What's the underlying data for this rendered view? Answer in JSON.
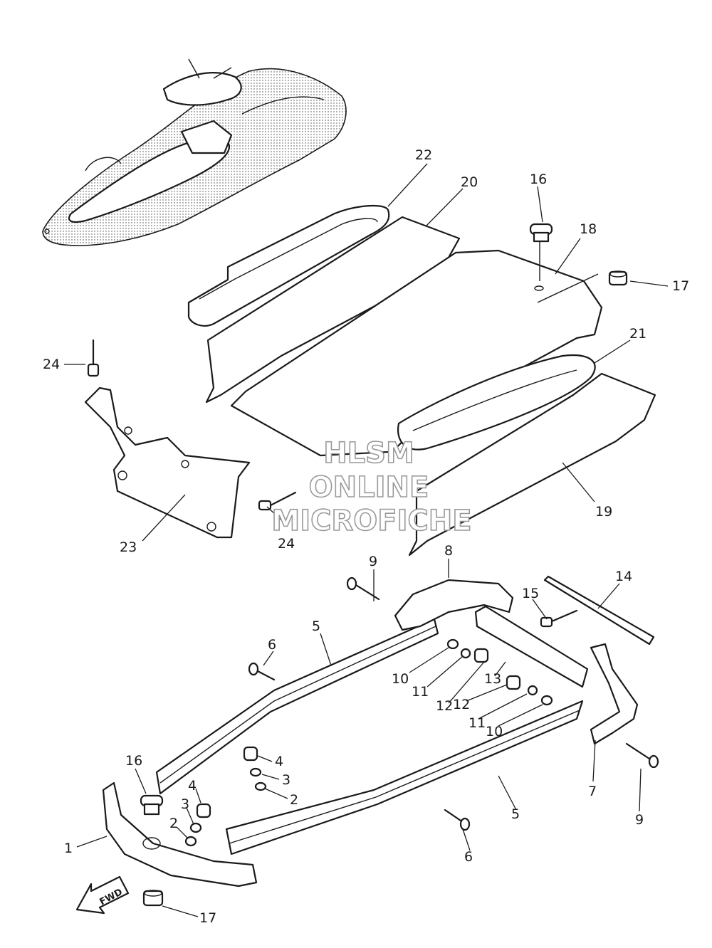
{
  "watermark": {
    "line1": "HLSM",
    "line2": "ONLINE",
    "line3": "MICROFICHE"
  },
  "direction_label": "FWD",
  "callouts": [
    {
      "id": "c22",
      "text": "22"
    },
    {
      "id": "c20",
      "text": "20"
    },
    {
      "id": "c16a",
      "text": "16"
    },
    {
      "id": "c18",
      "text": "18"
    },
    {
      "id": "c17a",
      "text": "17"
    },
    {
      "id": "c21",
      "text": "21"
    },
    {
      "id": "c24a",
      "text": "24"
    },
    {
      "id": "c23",
      "text": "23"
    },
    {
      "id": "c24b",
      "text": "24"
    },
    {
      "id": "c19",
      "text": "19"
    },
    {
      "id": "c9a",
      "text": "9"
    },
    {
      "id": "c8",
      "text": "8"
    },
    {
      "id": "c14",
      "text": "14"
    },
    {
      "id": "c15",
      "text": "15"
    },
    {
      "id": "c5a",
      "text": "5"
    },
    {
      "id": "c6a",
      "text": "6"
    },
    {
      "id": "c10a",
      "text": "10"
    },
    {
      "id": "c11a",
      "text": "11"
    },
    {
      "id": "c13",
      "text": "13"
    },
    {
      "id": "c12a",
      "text": "12"
    },
    {
      "id": "c12b",
      "text": "12"
    },
    {
      "id": "c11b",
      "text": "11"
    },
    {
      "id": "c10b",
      "text": "10"
    },
    {
      "id": "c16b",
      "text": "16"
    },
    {
      "id": "c4a",
      "text": "4"
    },
    {
      "id": "c3a",
      "text": "3"
    },
    {
      "id": "c2a",
      "text": "2"
    },
    {
      "id": "c4b",
      "text": "4"
    },
    {
      "id": "c3b",
      "text": "3"
    },
    {
      "id": "c2b",
      "text": "2"
    },
    {
      "id": "c1",
      "text": "1"
    },
    {
      "id": "c7",
      "text": "7"
    },
    {
      "id": "c9b",
      "text": "9"
    },
    {
      "id": "c5b",
      "text": "5"
    },
    {
      "id": "c6b",
      "text": "6"
    },
    {
      "id": "c17b",
      "text": "17"
    }
  ]
}
